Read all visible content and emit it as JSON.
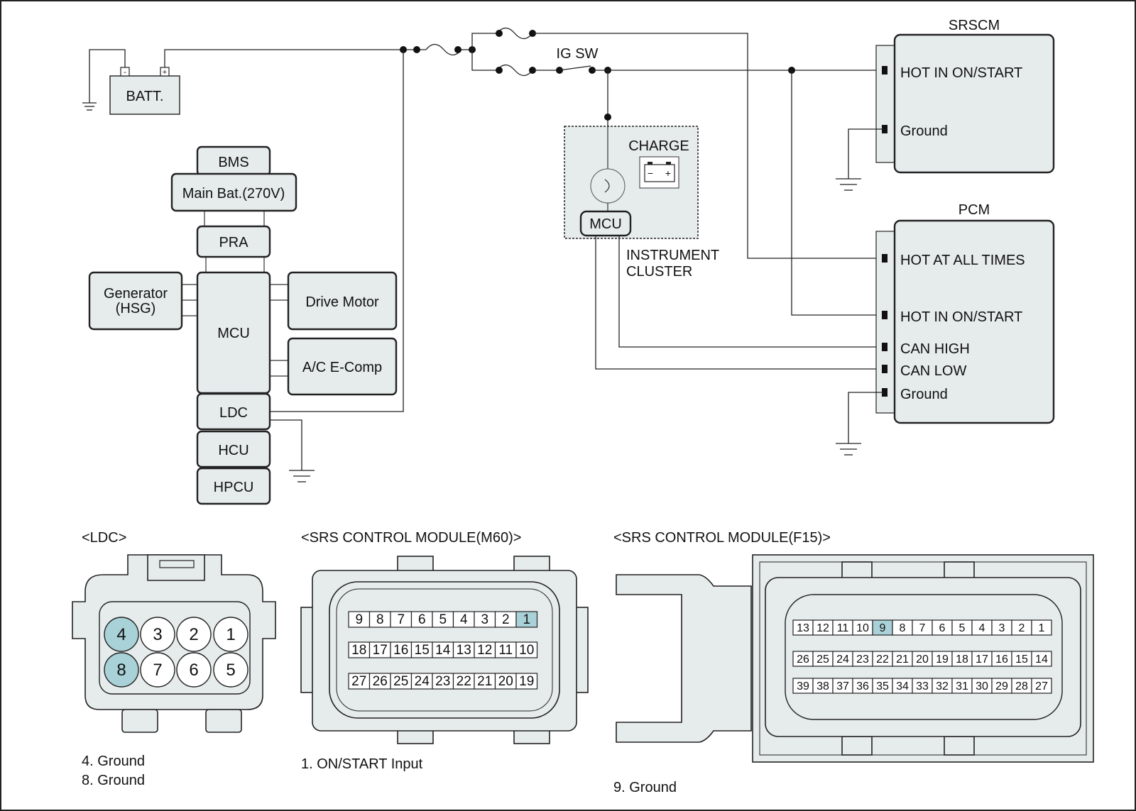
{
  "battery": {
    "label": "BATT.",
    "neg": "-",
    "pos": "+"
  },
  "ig_sw": "IG SW",
  "hev_blocks": {
    "bms": "BMS",
    "main_bat": "Main Bat.(270V)",
    "pra": "PRA",
    "generator_line1": "Generator",
    "generator_line2": "(HSG)",
    "mcu": "MCU",
    "drive_motor": "Drive Motor",
    "ac_ecomp": "A/C E-Comp",
    "ldc": "LDC",
    "hcu": "HCU",
    "hpcu": "HPCU"
  },
  "cluster": {
    "charge": "CHARGE",
    "mcu": "MCU",
    "label_line1": "INSTRUMENT",
    "label_line2": "CLUSTER",
    "batt_neg": "−",
    "batt_pos": "+"
  },
  "srscm": {
    "title": "SRSCM",
    "pins": [
      "HOT IN ON/START",
      "Ground"
    ]
  },
  "pcm": {
    "title": "PCM",
    "pins": [
      "HOT AT ALL TIMES",
      "HOT IN ON/START",
      "CAN HIGH",
      "CAN LOW",
      "Ground"
    ]
  },
  "ldc_connector": {
    "title": "<LDC>",
    "top_row": [
      "4",
      "3",
      "2",
      "1"
    ],
    "bottom_row": [
      "8",
      "7",
      "6",
      "5"
    ],
    "highlighted": [
      "4",
      "8"
    ],
    "notes": [
      "4. Ground",
      "8. Ground"
    ]
  },
  "m60_connector": {
    "title": "<SRS CONTROL MODULE(M60)>",
    "rows": [
      [
        "9",
        "8",
        "7",
        "6",
        "5",
        "4",
        "3",
        "2",
        "1"
      ],
      [
        "18",
        "17",
        "16",
        "15",
        "14",
        "13",
        "12",
        "11",
        "10"
      ],
      [
        "27",
        "26",
        "25",
        "24",
        "23",
        "22",
        "21",
        "20",
        "19"
      ]
    ],
    "highlighted": [
      "1"
    ],
    "note": "1. ON/START Input"
  },
  "f15_connector": {
    "title": "<SRS CONTROL MODULE(F15)>",
    "rows": [
      [
        "13",
        "12",
        "11",
        "10",
        "9",
        "8",
        "7",
        "6",
        "5",
        "4",
        "3",
        "2",
        "1"
      ],
      [
        "26",
        "25",
        "24",
        "23",
        "22",
        "21",
        "20",
        "19",
        "18",
        "17",
        "16",
        "15",
        "14"
      ],
      [
        "39",
        "38",
        "37",
        "36",
        "35",
        "34",
        "33",
        "32",
        "31",
        "30",
        "29",
        "28",
        "27"
      ]
    ],
    "highlighted": [
      "9"
    ],
    "note": "9. Ground"
  },
  "colors": {
    "box_fill": "#e6ebec",
    "highlight": "#a9d1d8",
    "line": "#222222"
  }
}
